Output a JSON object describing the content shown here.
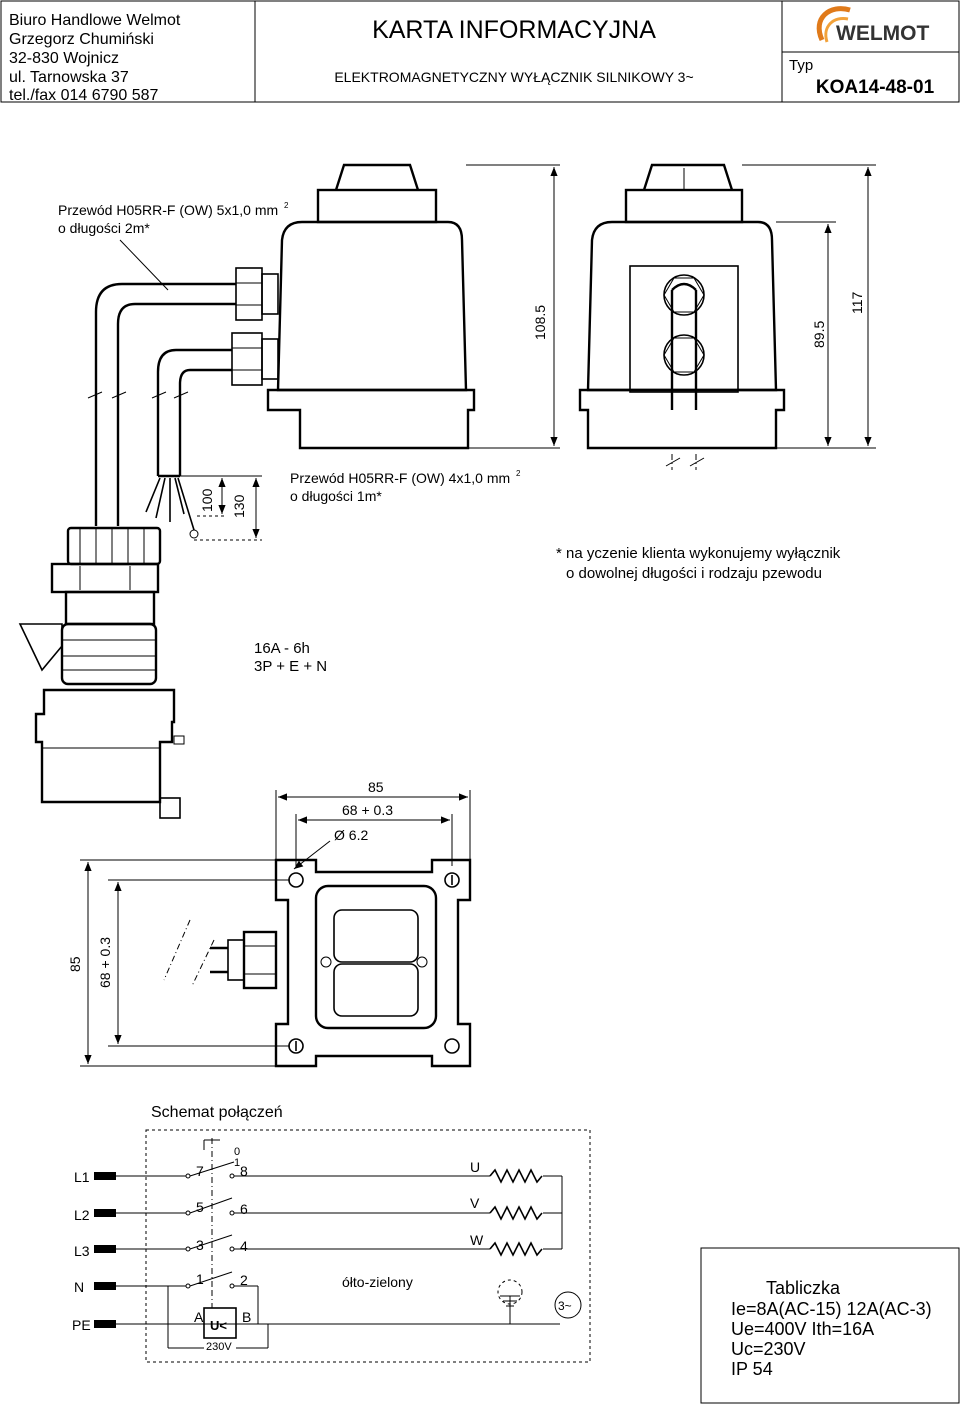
{
  "header": {
    "company_lines": [
      "Biuro Handlowe Welmot",
      "Grzegorz Chumiński",
      "32-830 Wojnicz",
      "ul. Tarnowska 37",
      "tel./fax  014 6790 587"
    ],
    "title": "KARTA  INFORMACYJNA",
    "subtitle": "ELEKTROMAGNETYCZNY WYŁĄCZNIK SILNIKOWY 3~",
    "logo_text": "WELMOT",
    "type_label": "Typ",
    "type_value": "KOA14-48-01"
  },
  "drawing": {
    "cable_top": {
      "line1": "Przewód H05RR-F (OW) 5x1,0 mm",
      "sup": "2",
      "line2": "o długości 2m*"
    },
    "cable_mid": {
      "line1": "Przewód H05RR-F (OW) 4x1,0 mm",
      "sup": "2",
      "line2": "o długości 1m*"
    },
    "note": {
      "line1": "* na   yczenie klienta wykonujemy wyłącznik",
      "line2": "o dowolnej długości i rodzaju pzewodu"
    },
    "plug": {
      "line1": "16A - 6h",
      "line2": "3P + E + N"
    },
    "dims": {
      "h108": "108.5",
      "h89": "89.5",
      "h117": "117",
      "d100": "100",
      "d130": "130",
      "w85": "85",
      "w68": "68 + 0.3",
      "hole": "Ø 6.2",
      "v85": "85",
      "v68": "68 + 0.3"
    }
  },
  "schematic": {
    "title": "Schemat połączeń",
    "inputs": [
      "L1",
      "L2",
      "L3",
      "N",
      "PE"
    ],
    "contacts": {
      "c0": "0",
      "c1": "1",
      "c7": "7",
      "c8": "8",
      "c5": "5",
      "c6": "6",
      "c3": "3",
      "c4": "4",
      "c1b": "1",
      "c2": "2"
    },
    "coil": {
      "a": "A",
      "b": "B",
      "label": "U<",
      "voltage": "230V"
    },
    "outputs": [
      "U",
      "V",
      "W"
    ],
    "pe_label": "ółto-zielony",
    "motor_label": "3~"
  },
  "table": {
    "title": "Tabliczka",
    "rows": [
      "Ie=8A(AC-15) 12A(AC-3)",
      "Ue=400V Ith=16A",
      "Uc=230V",
      "IP 54"
    ]
  }
}
